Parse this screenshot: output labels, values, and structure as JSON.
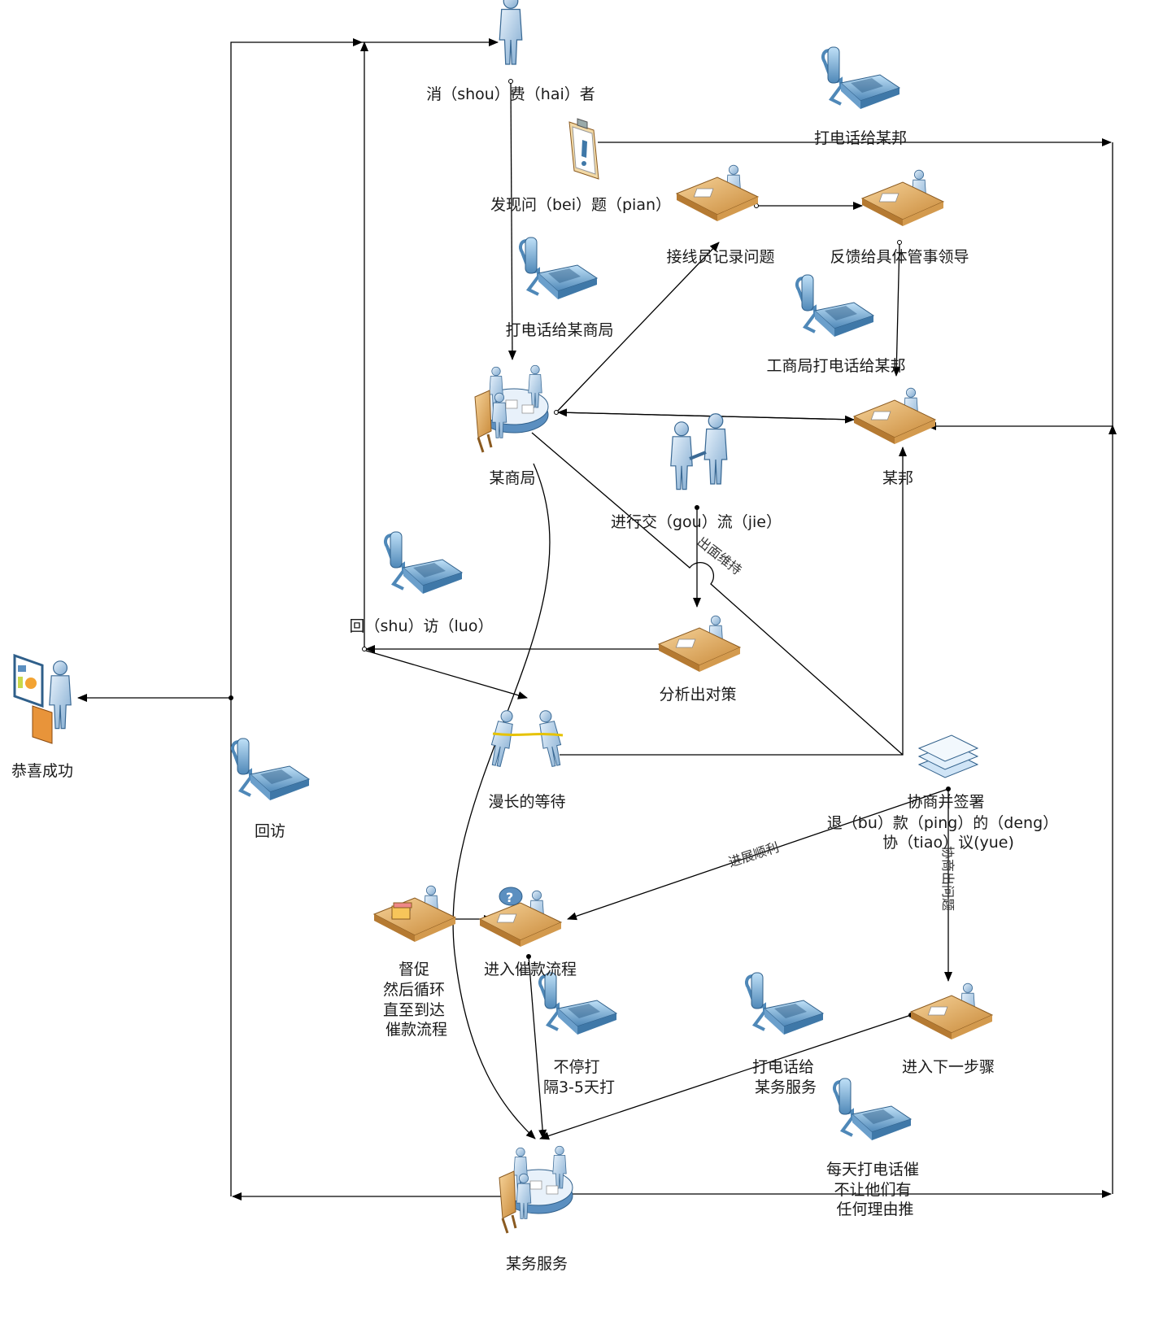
{
  "nodes": {
    "consumer": [
      "消（shou）费（hai）者"
    ],
    "discover": [
      "发现问（bei）题（pian）"
    ],
    "call_icb": [
      "打电话给某商局"
    ],
    "operator": [
      "接线员记录问题"
    ],
    "feedback": [
      "反馈给具体管事领导"
    ],
    "call_bang_top": [
      "打电话给某邦"
    ],
    "icb_call_bang": [
      "工商局打电话给某邦"
    ],
    "icb": [
      "某商局"
    ],
    "bang": [
      "某邦"
    ],
    "communicate": [
      "进行交（gou）流（jie）"
    ],
    "revisit_mid": [
      "回（shu）访（luo）"
    ],
    "analyze": [
      "分析出对策"
    ],
    "success": [
      "恭喜成功"
    ],
    "wait": [
      "漫长的等待"
    ],
    "negotiate": [
      "协商并签署",
      "退（bu）款（ping）的（deng）",
      "协（tiao）议(yue)"
    ],
    "revisit_left": [
      "回访"
    ],
    "urge": [
      "督促",
      "然后循环",
      "直至到达",
      "催款流程"
    ],
    "collect": [
      "进入催款流程"
    ],
    "keep_call": [
      "不停打",
      "隔3-5天打"
    ],
    "call_service": [
      "打电话给",
      "某务服务"
    ],
    "next_step": [
      "进入下一步骤"
    ],
    "daily_call": [
      "每天打电话催",
      "不让他们有",
      "任何理由推"
    ],
    "service": [
      "某务服务"
    ]
  },
  "edge_labels": {
    "mediate": "出面维持",
    "progress": "进展顺利",
    "fail": "协商出问题"
  }
}
